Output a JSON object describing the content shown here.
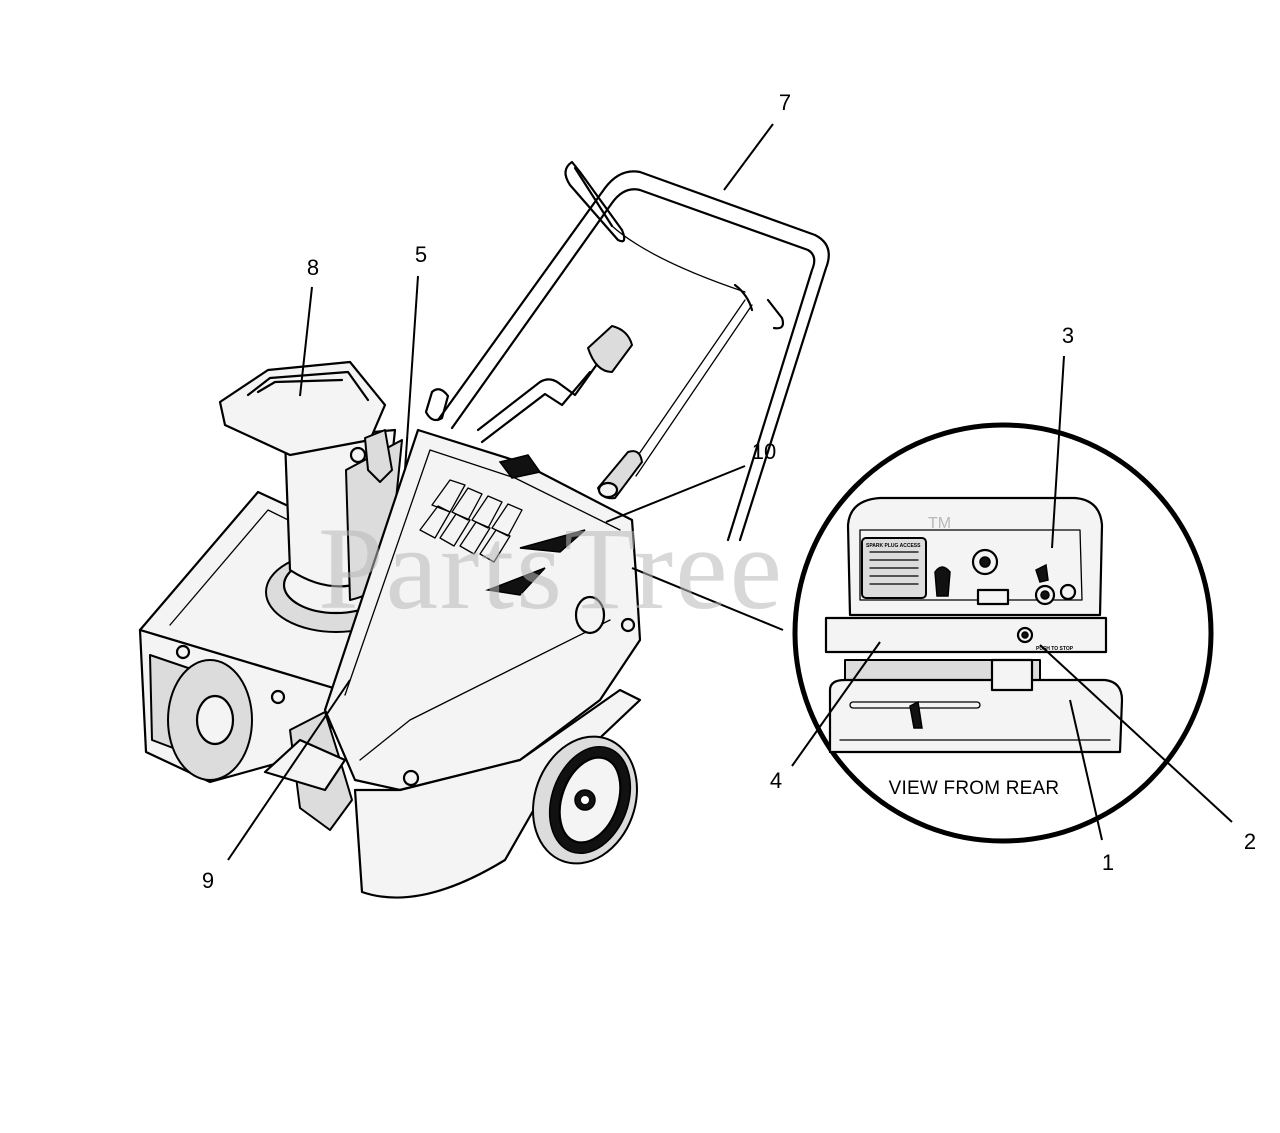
{
  "callouts": {
    "c1": "1",
    "c2": "2",
    "c3": "3",
    "c4": "4",
    "c5": "5",
    "c7": "7",
    "c8": "8",
    "c9": "9",
    "c10": "10"
  },
  "inset": {
    "caption": "VIEW FROM REAR",
    "panel_label": "SPARK PLUG ACCESS",
    "switch_label": "PUSH TO STOP"
  },
  "watermark": {
    "text": "PartsTree",
    "tm": "TM"
  }
}
